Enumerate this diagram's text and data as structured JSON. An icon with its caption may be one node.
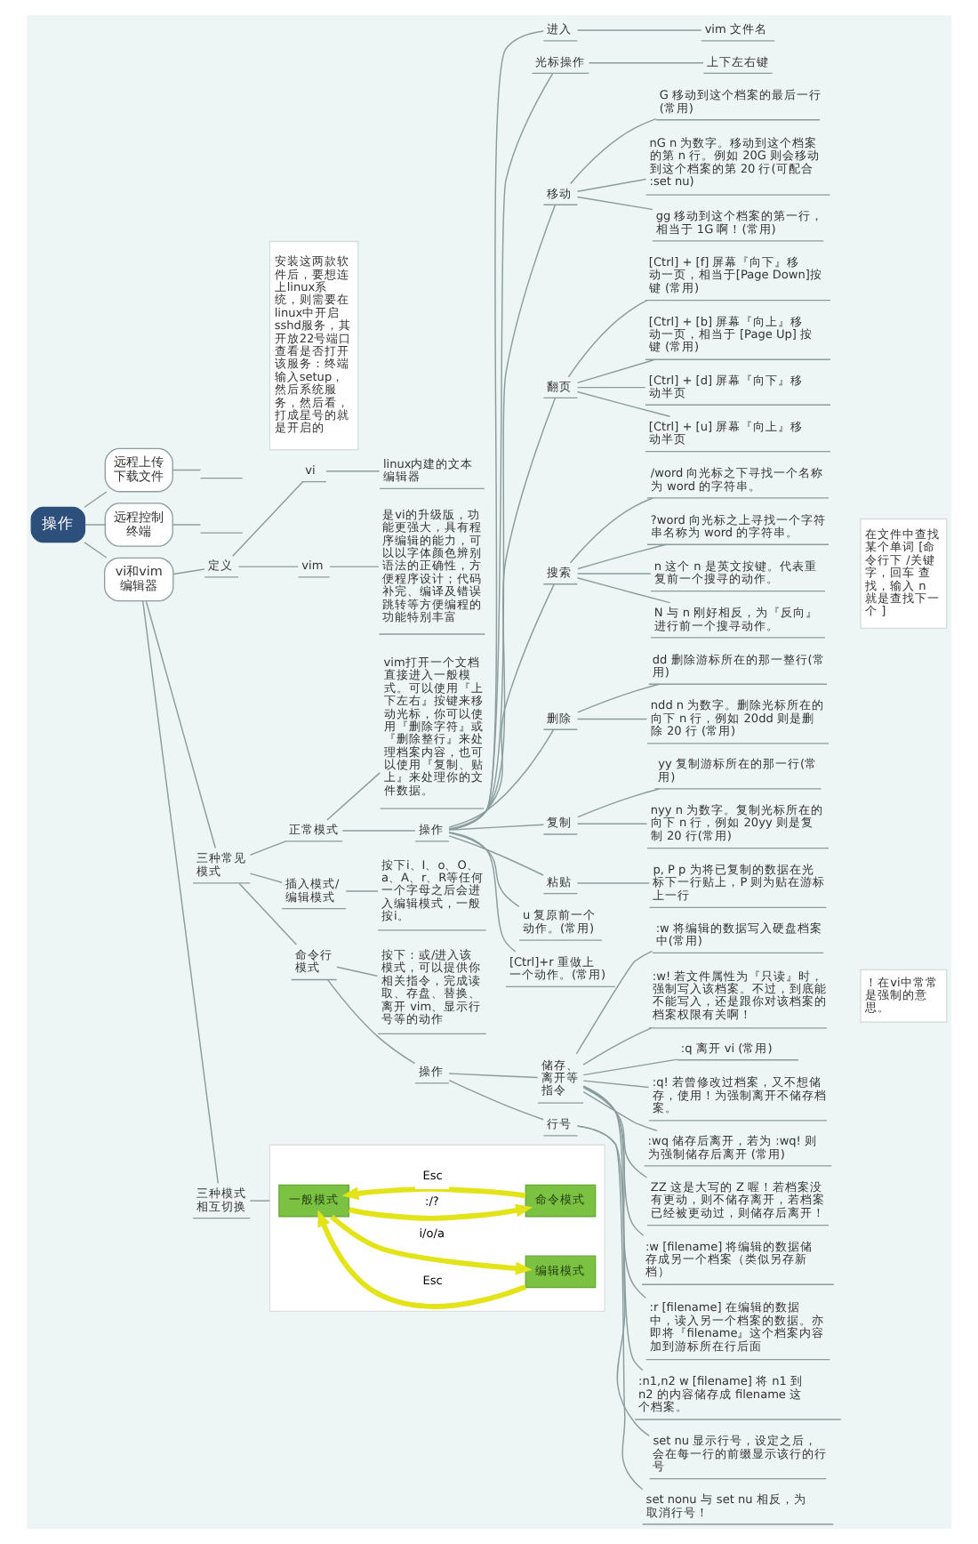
{
  "diagram": {
    "nodes": [
      {
        "text": [
          "操作"
        ]
      },
      {
        "text": [
          "远程上传下载文件"
        ]
      },
      {
        "text": [],
        "shape": "line"
      },
      {
        "text": [
          "远程控制终端"
        ]
      },
      {
        "text": [],
        "shape": "line"
      },
      {
        "text": [
          "安装这两款软件后，要想连上linux系统，则需要在linux中开启sshd服务，其开放22号端口查看是否打开该服务：终端输入setup，然后系统服务，然后看，打成星号的就是开启的"
        ]
      },
      {
        "text": [
          "vi和vim编辑器"
        ]
      },
      {
        "text": [
          "定义"
        ]
      },
      {
        "text": [
          "vi"
        ]
      },
      {
        "text": [
          "linux内建的文本编辑器"
        ]
      },
      {
        "text": [
          "vim"
        ]
      },
      {
        "text": [
          "是vi的升级版，功能更强大，具有程序编辑的能力，可以以字体颜色辨别语法的正确性，方便程序设计；代码补完、编译及错误跳转等方便编程的功能特别丰富"
        ]
      },
      {
        "text": [
          "三种常见模式"
        ]
      },
      {
        "text": [
          "正常模式"
        ]
      },
      {
        "text": [
          "vim打开一个文档直接进入一般模式。可以使用『上下左右』按键来移动光标，你可以使用『删除字符』或『删除整行』来处理档案内容，也可以使用『复制、贴上』来处理你的文件数据。"
        ]
      },
      {
        "text": [
          "操作"
        ]
      },
      {
        "text": [
          "进入"
        ]
      },
      {
        "text": [
          "vim 文件名"
        ]
      },
      {
        "text": [
          "光标操作"
        ]
      },
      {
        "text": [
          "上下左右键"
        ]
      },
      {
        "text": [
          "移动"
        ]
      },
      {
        "text": [
          "G 移动到这个档案的最后一行(常用)"
        ]
      },
      {
        "text": [
          "nG n 为数字。移动到这个档案的第 n 行。例如 20G 则会移动到这个档案的第 20 行(可配合 :set nu)"
        ]
      },
      {
        "text": [
          "gg 移动到这个档案的第一行，相当于 1G 啊！(常用)"
        ]
      },
      {
        "text": [
          "翻页"
        ]
      },
      {
        "text": [
          "[Ctrl] + [f] 屏幕『向下』移动一页，相当于[Page Down]按键 (常用)"
        ]
      },
      {
        "text": [
          "[Ctrl] + [b] 屏幕『向上』移动一页，相当于 [Page Up] 按键 (常用)"
        ]
      },
      {
        "text": [
          "[Ctrl] + [d] 屏幕『向下』移动半页"
        ]
      },
      {
        "text": [
          "[Ctrl] + [u] 屏幕『向上』移动半页"
        ]
      },
      {
        "text": [
          "搜索"
        ]
      },
      {
        "text": [
          "/word 向光标之下寻找一个名称为 word 的字符串。"
        ]
      },
      {
        "text": [
          "?word 向光标之上寻找一个字符串名称为 word 的字符串。"
        ]
      },
      {
        "text": [
          "n 这个 n 是英文按键。代表重复前一个搜寻的动作。"
        ]
      },
      {
        "text": [
          "N 与 n 刚好相反，为『反向』进行前一个搜寻动作。"
        ]
      },
      {
        "text": [
          "在文件中查找某个单词 [命令行下 /关键字，回车 查找，输入 n 就是查找下一个 ]"
        ]
      },
      {
        "text": [
          "删除"
        ]
      },
      {
        "text": [
          "dd 删除游标所在的那一整行(常用)"
        ]
      },
      {
        "text": [
          "ndd n 为数字。删除光标所在的向下 n 行，例如 20dd 则是删除 20 行 (常用)"
        ]
      },
      {
        "text": [
          "复制"
        ]
      },
      {
        "text": [
          "yy 复制游标所在的那一行(常用)"
        ]
      },
      {
        "text": [
          "nyy n 为数字。复制光标所在的向下 n 行，例如 20yy 则是复制 20 行(常用)"
        ]
      },
      {
        "text": [
          "粘贴"
        ]
      },
      {
        "text": [
          "p, P p 为将已复制的数据在光标下一行贴上，P 则为贴在游标上一行"
        ]
      },
      {
        "text": [
          "u 复原前一个动作。(常用)"
        ]
      },
      {
        "text": [
          "[Ctrl]+r 重做上一个动作。(常用)"
        ]
      },
      {
        "text": [
          "插入模式/编辑模式"
        ]
      },
      {
        "text": [
          "按下i、I、o、O、a、A、r、R等任何一个字母之后会进入编辑模式，一般按i。"
        ]
      },
      {
        "text": [
          "命令行模式"
        ]
      },
      {
        "text": [
          "按下：或/进入该模式，可以提供你相关指令，完成读取、存盘、替换、离开 vim、显示行号等的动作"
        ]
      },
      {
        "text": [
          "操作"
        ]
      },
      {
        "text": [
          "储存、离开等指令"
        ]
      },
      {
        "text": [
          ":w 将编辑的数据写入硬盘档案中(常用)"
        ]
      },
      {
        "text": [
          ":w! 若文件属性为『只读』时，强制写入该档案。不过，到底能不能写入，还是跟你对该档案的档案权限有关啊！"
        ]
      },
      {
        "text": [
          ":q 离开 vi (常用)"
        ]
      },
      {
        "text": [
          ":q! 若曾修改过档案，又不想储存，使用！为强制离开不储存档案。"
        ]
      },
      {
        "text": [
          "！在vi中常常是强制的意思。"
        ]
      },
      {
        "text": [
          ":wq 储存后离开，若为 :wq! 则为强制储存后离开 (常用)"
        ]
      },
      {
        "text": [
          "ZZ 这是大写的 Z 喔！若档案没有更动，则不储存离开，若档案已经被更动过，则储存后离开！"
        ]
      },
      {
        "text": [
          ":w [filename] 将编辑的数据储存成另一个档案（类似另存新档）"
        ]
      },
      {
        "text": [
          ":r [filename] 在编辑的数据中，读入另一个档案的数据。亦即将『filename』这个档案内容加到游标所在行后面"
        ]
      },
      {
        "text": [
          ":n1,n2 w [filename] 将 n1 到 n2 的内容储存成 filename 这个档案。"
        ]
      },
      {
        "text": [
          "行号"
        ]
      },
      {
        "text": [
          "set nu 显示行号，设定之后，会在每一行的前缀显示该行的行号"
        ]
      },
      {
        "text": [
          "set nonu 与 set nu 相反，为取消行号！"
        ]
      },
      {
        "text": [
          "三种模式相互切换"
        ]
      },
      {
        "text": [],
        "shape": "picture"
      },
      {
        "text": [
          "一般模式"
        ],
        "in": 65
      },
      {
        "text": [
          "编辑模式"
        ],
        "in": 65
      },
      {
        "text": [
          "命令模式"
        ],
        "in": 65
      }
    ],
    "edges": [
      {
        "from": 0,
        "to": 1,
        "arrow": "none"
      },
      {
        "from": 1,
        "to": 2,
        "arrow": "none"
      },
      {
        "from": 0,
        "to": 3,
        "arrow": "none"
      },
      {
        "from": 3,
        "to": 4,
        "arrow": "none"
      },
      {
        "from": 0,
        "to": 6,
        "arrow": "none"
      },
      {
        "from": 6,
        "to": 7,
        "arrow": "none"
      },
      {
        "from": 7,
        "to": 8,
        "arrow": "none"
      },
      {
        "from": 8,
        "to": 9,
        "arrow": "none"
      },
      {
        "from": 7,
        "to": 10,
        "arrow": "none"
      },
      {
        "from": 10,
        "to": 11,
        "arrow": "none"
      },
      {
        "from": 6,
        "to": 12,
        "arrow": "none"
      },
      {
        "from": 12,
        "to": 13,
        "arrow": "none"
      },
      {
        "from": 13,
        "to": 14,
        "arrow": "none"
      },
      {
        "from": 13,
        "to": 15,
        "arrow": "none"
      },
      {
        "from": 15,
        "to": 16,
        "arrow": "none"
      },
      {
        "from": 16,
        "to": 17,
        "arrow": "none"
      },
      {
        "from": 15,
        "to": 18,
        "arrow": "none"
      },
      {
        "from": 18,
        "to": 19,
        "arrow": "none"
      },
      {
        "from": 15,
        "to": 20,
        "arrow": "none"
      },
      {
        "from": 20,
        "to": 21,
        "arrow": "none"
      },
      {
        "from": 20,
        "to": 22,
        "arrow": "none"
      },
      {
        "from": 20,
        "to": 23,
        "arrow": "none"
      },
      {
        "from": 15,
        "to": 24,
        "arrow": "none"
      },
      {
        "from": 24,
        "to": 25,
        "arrow": "none"
      },
      {
        "from": 24,
        "to": 26,
        "arrow": "none"
      },
      {
        "from": 24,
        "to": 27,
        "arrow": "none"
      },
      {
        "from": 24,
        "to": 28,
        "arrow": "none"
      },
      {
        "from": 15,
        "to": 29,
        "arrow": "none"
      },
      {
        "from": 29,
        "to": 30,
        "arrow": "none"
      },
      {
        "from": 29,
        "to": 31,
        "arrow": "none"
      },
      {
        "from": 29,
        "to": 32,
        "arrow": "none"
      },
      {
        "from": 29,
        "to": 33,
        "arrow": "none"
      },
      {
        "from": 15,
        "to": 35,
        "arrow": "none"
      },
      {
        "from": 35,
        "to": 36,
        "arrow": "none"
      },
      {
        "from": 35,
        "to": 37,
        "arrow": "none"
      },
      {
        "from": 15,
        "to": 38,
        "arrow": "none"
      },
      {
        "from": 38,
        "to": 39,
        "arrow": "none"
      },
      {
        "from": 38,
        "to": 40,
        "arrow": "none"
      },
      {
        "from": 15,
        "to": 41,
        "arrow": "none"
      },
      {
        "from": 41,
        "to": 42,
        "arrow": "none"
      },
      {
        "from": 15,
        "to": 43,
        "arrow": "none"
      },
      {
        "from": 15,
        "to": 44,
        "arrow": "none"
      },
      {
        "from": 12,
        "to": 45,
        "arrow": "none"
      },
      {
        "from": 45,
        "to": 46,
        "arrow": "none"
      },
      {
        "from": 12,
        "to": 47,
        "arrow": "none"
      },
      {
        "from": 47,
        "to": 48,
        "arrow": "none"
      },
      {
        "from": 47,
        "to": 49,
        "arrow": "none"
      },
      {
        "from": 49,
        "to": 50,
        "arrow": "none"
      },
      {
        "from": 50,
        "to": 51,
        "arrow": "none"
      },
      {
        "from": 50,
        "to": 52,
        "arrow": "none"
      },
      {
        "from": 50,
        "to": 53,
        "arrow": "none"
      },
      {
        "from": 50,
        "to": 54,
        "arrow": "none"
      },
      {
        "from": 50,
        "to": 56,
        "arrow": "none"
      },
      {
        "from": 50,
        "to": 57,
        "arrow": "none"
      },
      {
        "from": 50,
        "to": 58,
        "arrow": "none"
      },
      {
        "from": 50,
        "to": 59,
        "arrow": "none"
      },
      {
        "from": 50,
        "to": 60,
        "arrow": "none"
      },
      {
        "from": 49,
        "to": 61,
        "arrow": "none"
      },
      {
        "from": 61,
        "to": 62,
        "arrow": "none"
      },
      {
        "from": 61,
        "to": 63,
        "arrow": "none"
      },
      {
        "from": 6,
        "to": 64,
        "arrow": "none"
      },
      {
        "from": 64,
        "to": 65,
        "arrow": "none"
      },
      {
        "from": 66,
        "to": 67,
        "arrow": "to",
        "label": "i/o/a",
        "style": "thick",
        "color": "#e3e319"
      },
      {
        "from": 67,
        "to": 66,
        "arrow": "to",
        "label": "Esc",
        "style": "thick",
        "color": "#e3e319"
      },
      {
        "from": 66,
        "to": 68,
        "arrow": "to",
        "label": ":/?",
        "style": "thick",
        "color": "#e3e319"
      },
      {
        "from": 68,
        "to": 66,
        "arrow": "to",
        "label": "Esc",
        "style": "thick",
        "color": "#e3e319"
      }
    ]
  }
}
